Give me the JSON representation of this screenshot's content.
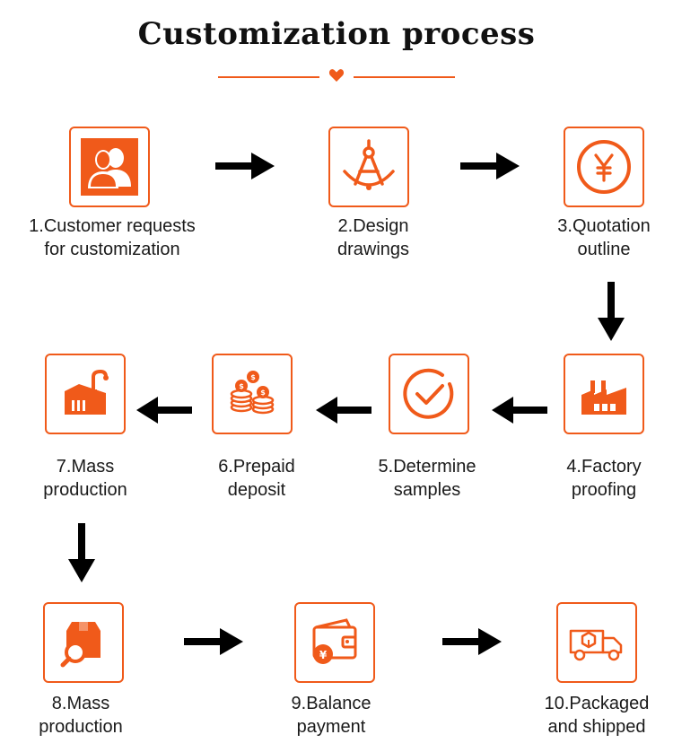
{
  "title": "Customization process",
  "accent_color": "#f05a1a",
  "steps": [
    {
      "line1": "1.Customer requests",
      "line2": "for customization",
      "icon": "users-icon"
    },
    {
      "line1": "2.Design",
      "line2": "drawings",
      "icon": "compass-icon"
    },
    {
      "line1": "3.Quotation",
      "line2": "outline",
      "icon": "yen-coin-icon"
    },
    {
      "line1": "4.Factory",
      "line2": "proofing",
      "icon": "factory-icon"
    },
    {
      "line1": "5.Determine",
      "line2": "samples",
      "icon": "check-circle-icon"
    },
    {
      "line1": "6.Prepaid",
      "line2": "deposit",
      "icon": "coin-stack-icon"
    },
    {
      "line1": "7.Mass",
      "line2": "production",
      "icon": "factory-chimney-icon"
    },
    {
      "line1": "8.Mass",
      "line2": "production",
      "icon": "box-search-icon"
    },
    {
      "line1": "9.Balance",
      "line2": "payment",
      "icon": "wallet-icon"
    },
    {
      "line1": "10.Packaged",
      "line2": "and shipped",
      "icon": "delivery-truck-icon"
    }
  ]
}
